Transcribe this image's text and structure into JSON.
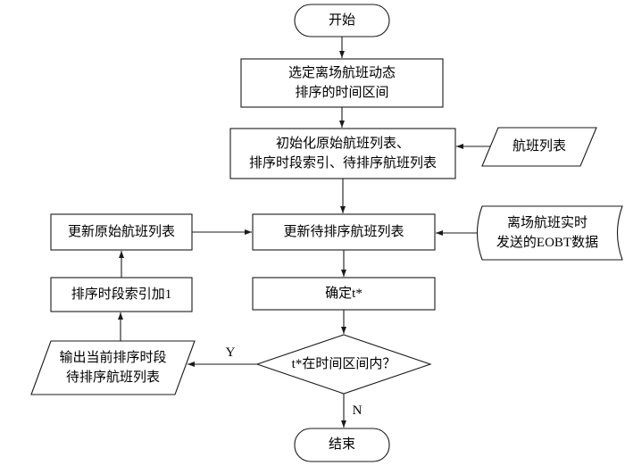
{
  "flowchart": {
    "background_color": "#ffffff",
    "stroke_color": "#1a1a1a",
    "nodes": {
      "start": "开始",
      "select_interval": "选定离场航班动态\n排序的时间区间",
      "initialize": "初始化原始航班列表、\n排序时段索引、待排序航班列表",
      "flight_list": "航班列表",
      "update_pending": "更新待排序航班列表",
      "eobt_data": "离场航班实时\n发送的EOBT数据",
      "update_original": "更新原始航班列表",
      "determine_t": "确定t*",
      "decision": "t*在时间区间内？",
      "output_current": "输出当前排序时段\n待排序航班列表",
      "index_plus_one": "排序时段索引加1",
      "end": "结束"
    },
    "branch_labels": {
      "yes": "Y",
      "no": "N"
    }
  }
}
